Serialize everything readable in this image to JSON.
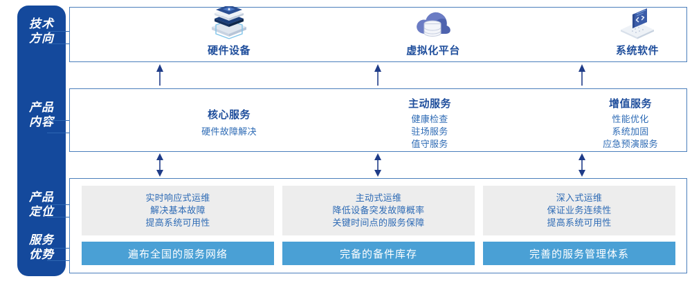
{
  "rail": {
    "items": [
      {
        "name": "tech-direction",
        "line1": "技术",
        "line2": "方向"
      },
      {
        "name": "product-content",
        "line1": "产品",
        "line2": "内容"
      },
      {
        "name": "product-position",
        "line1": "产品",
        "line2": "定位"
      },
      {
        "name": "service-advantage",
        "line1": "服务",
        "line2": "优势"
      }
    ]
  },
  "tech": {
    "columns": [
      {
        "icon": "server-stack-icon",
        "label": "硬件设备"
      },
      {
        "icon": "cloud-database-icon",
        "label": "虚拟化平台"
      },
      {
        "icon": "laptop-code-icon",
        "label": "系统软件"
      }
    ]
  },
  "services": {
    "columns": [
      {
        "title": "核心服务",
        "items": [
          "硬件故障解决"
        ]
      },
      {
        "title": "主动服务",
        "items": [
          "健康检查",
          "驻场服务",
          "值守服务"
        ]
      },
      {
        "title": "增值服务",
        "items": [
          "性能优化",
          "系统加固",
          "应急预演服务"
        ]
      }
    ]
  },
  "positioning": {
    "columns": [
      {
        "lines": [
          "实时响应式运维",
          "解决基本故障",
          "提高系统可用性"
        ],
        "advantage": "遍布全国的服务网络"
      },
      {
        "lines": [
          "主动式运维",
          "降低设备突发故障概率",
          "关键时间点的服务保障"
        ],
        "advantage": "完备的备件库存"
      },
      {
        "lines": [
          "深入式运维",
          "保证业务连续性",
          "提高系统可用性"
        ],
        "advantage": "完善的服务管理体系"
      }
    ]
  },
  "colors": {
    "rail_blue": "#14499C",
    "panel_border": "#4A7EBB",
    "heading_blue": "#1F4E9C",
    "body_blue": "#2E6BB5",
    "bar_blue": "#4AA0D5",
    "gray_box": "#EDEDED",
    "arrow_blue": "#1F3C88"
  }
}
